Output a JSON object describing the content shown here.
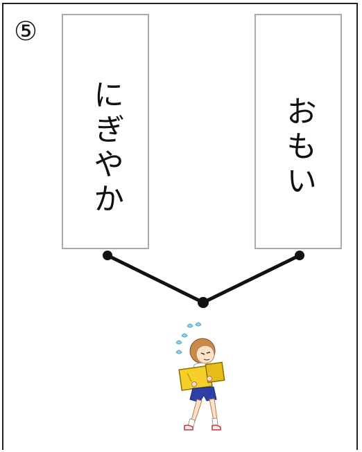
{
  "question_number": "⑤",
  "cards": [
    {
      "text": "にぎやか"
    },
    {
      "text": "おもい"
    }
  ],
  "illustration": "girl-carrying-heavy-box-icon"
}
